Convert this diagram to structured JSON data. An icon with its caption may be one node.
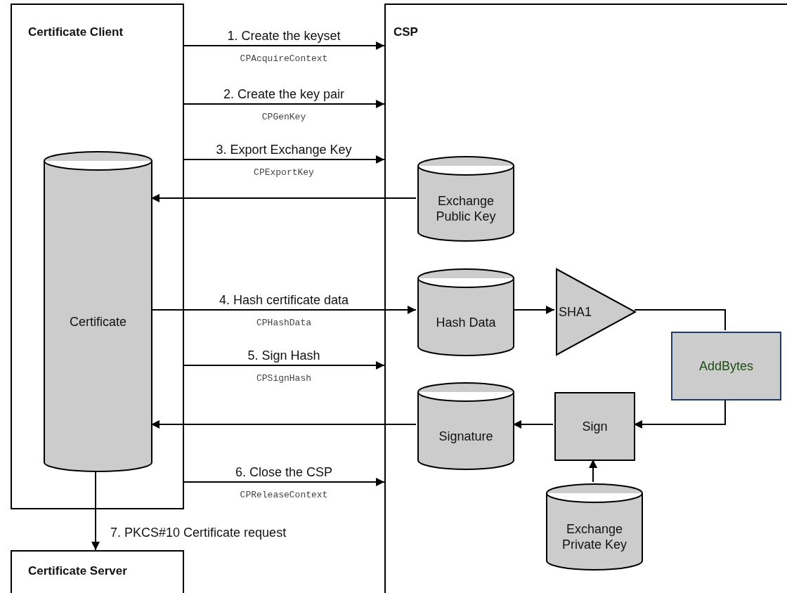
{
  "diagram": {
    "nodes": [
      {
        "text": [
          "Certificate Client"
        ]
      },
      {
        "text": [
          "Certificate"
        ],
        "in": 0
      },
      {
        "text": [
          "CSP"
        ]
      },
      {
        "text": [
          "Exchange Public Key"
        ],
        "in": 2
      },
      {
        "text": [
          "Hash Data"
        ],
        "in": 2
      },
      {
        "text": [
          "SHA1"
        ],
        "in": 2
      },
      {
        "text": [
          "AddBytes"
        ],
        "in": 2
      },
      {
        "text": [
          "Signature"
        ],
        "in": 2
      },
      {
        "text": [
          "Sign"
        ],
        "in": 2
      },
      {
        "text": [
          "Exchange Private Key"
        ],
        "in": 2
      },
      {
        "text": [
          "Certificate Server"
        ]
      }
    ],
    "edges": [
      {
        "from": 0,
        "to": 2,
        "arrow": "to",
        "label": "1. Create the keyset"
      },
      {
        "from": 0,
        "to": 2,
        "arrow": "to",
        "label": "2. Create the key pair"
      },
      {
        "from": 0,
        "to": 2,
        "arrow": "to",
        "label": "3. Export Exchange Key"
      },
      {
        "from": 3,
        "to": 1,
        "arrow": "to"
      },
      {
        "from": 1,
        "to": 4,
        "arrow": "to",
        "label": "4. Hash certificate data"
      },
      {
        "from": 4,
        "to": 5,
        "arrow": "to"
      },
      {
        "from": 5,
        "to": 6,
        "arrow": "none"
      },
      {
        "from": 6,
        "to": 8,
        "arrow": "to"
      },
      {
        "from": 0,
        "to": 2,
        "arrow": "to",
        "label": "5. Sign Hash"
      },
      {
        "from": 8,
        "to": 7,
        "arrow": "to"
      },
      {
        "from": 7,
        "to": 1,
        "arrow": "to"
      },
      {
        "from": 9,
        "to": 8,
        "arrow": "to"
      },
      {
        "from": 0,
        "to": 2,
        "arrow": "to",
        "label": "6. Close the CSP"
      },
      {
        "from": 1,
        "to": 10,
        "arrow": "to",
        "label": "7. PKCS#10 Certificate request"
      }
    ],
    "labels": [
      "CPAcquireContext",
      "CPGenKey",
      "CPExportKey",
      "CPHashData",
      "CPSignHash",
      "CPReleaseContext"
    ]
  }
}
